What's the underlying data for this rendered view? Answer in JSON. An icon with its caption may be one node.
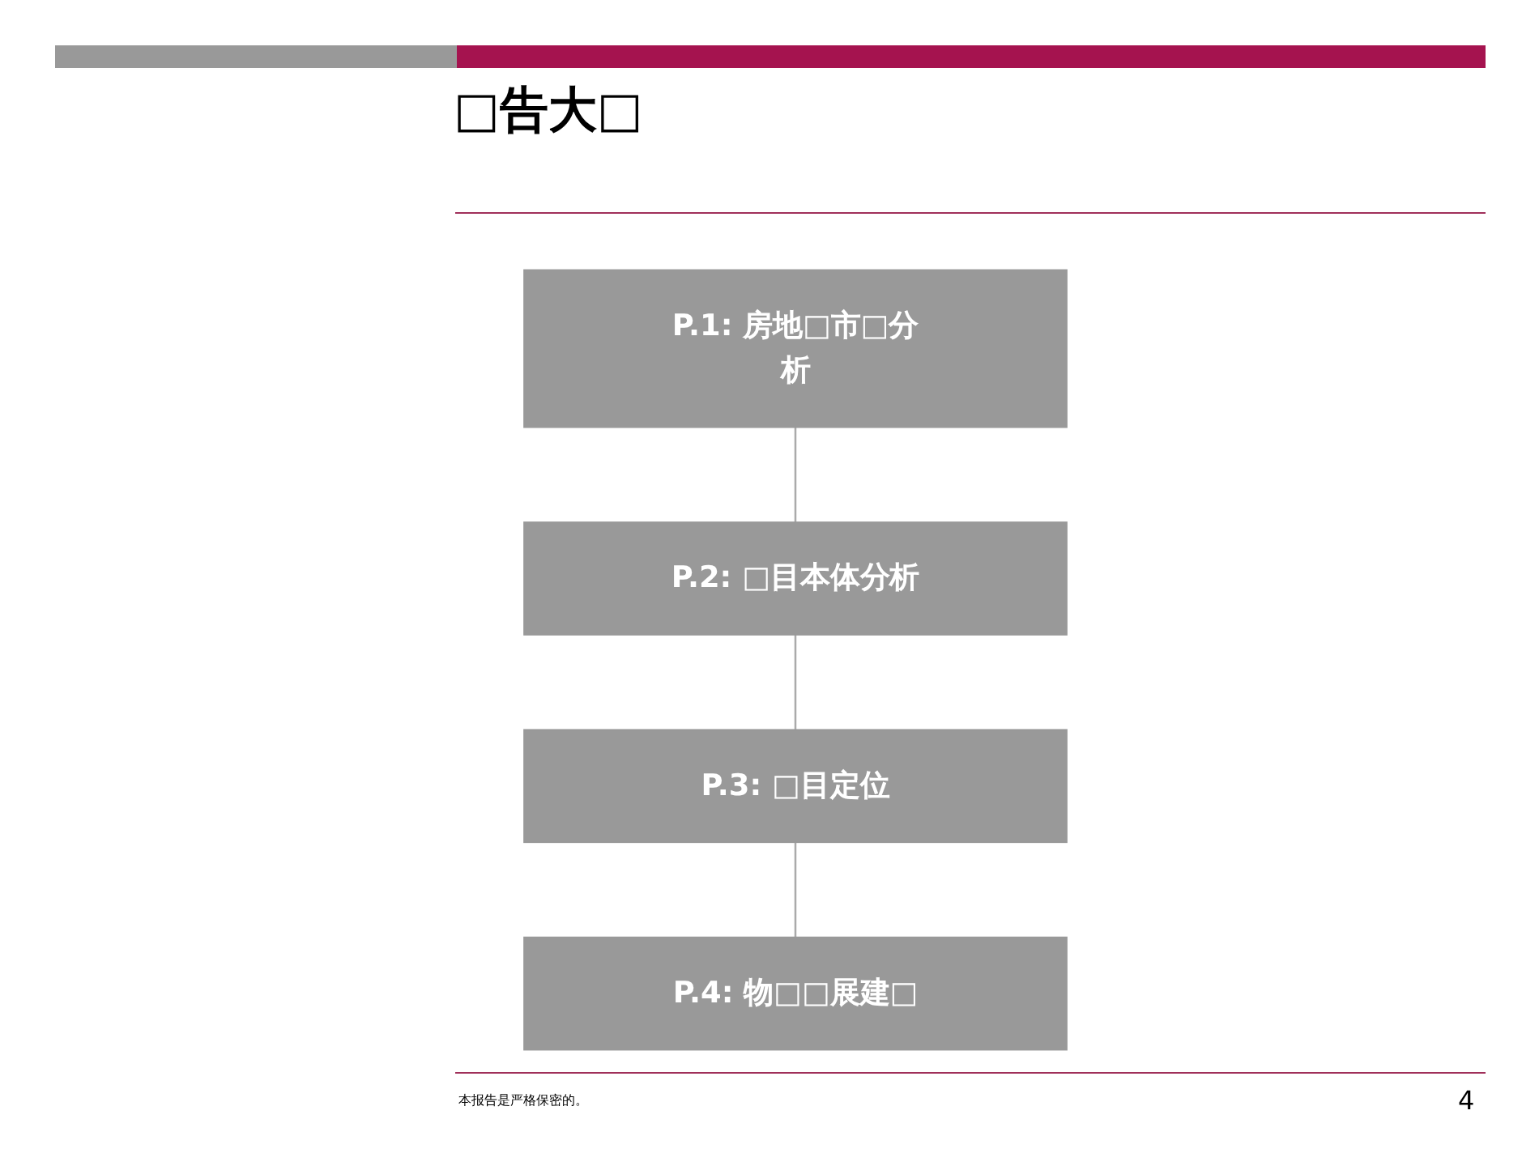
{
  "diagram": {
    "title": "□告大□",
    "nodes": [
      {
        "text": [
          "P.1: 房地□市□分析"
        ]
      },
      {
        "text": [
          "P.2: □目本体分析"
        ]
      },
      {
        "text": [
          "P.3: □目定位"
        ]
      },
      {
        "text": [
          "P.4: 物□□展建□"
        ]
      }
    ],
    "edges": [
      {
        "from": 0,
        "to": 1,
        "arrow": "none"
      },
      {
        "from": 1,
        "to": 2,
        "arrow": "none"
      },
      {
        "from": 2,
        "to": 3,
        "arrow": "none"
      }
    ],
    "labels": [
      "本报告是严格保密的。",
      "4"
    ]
  }
}
